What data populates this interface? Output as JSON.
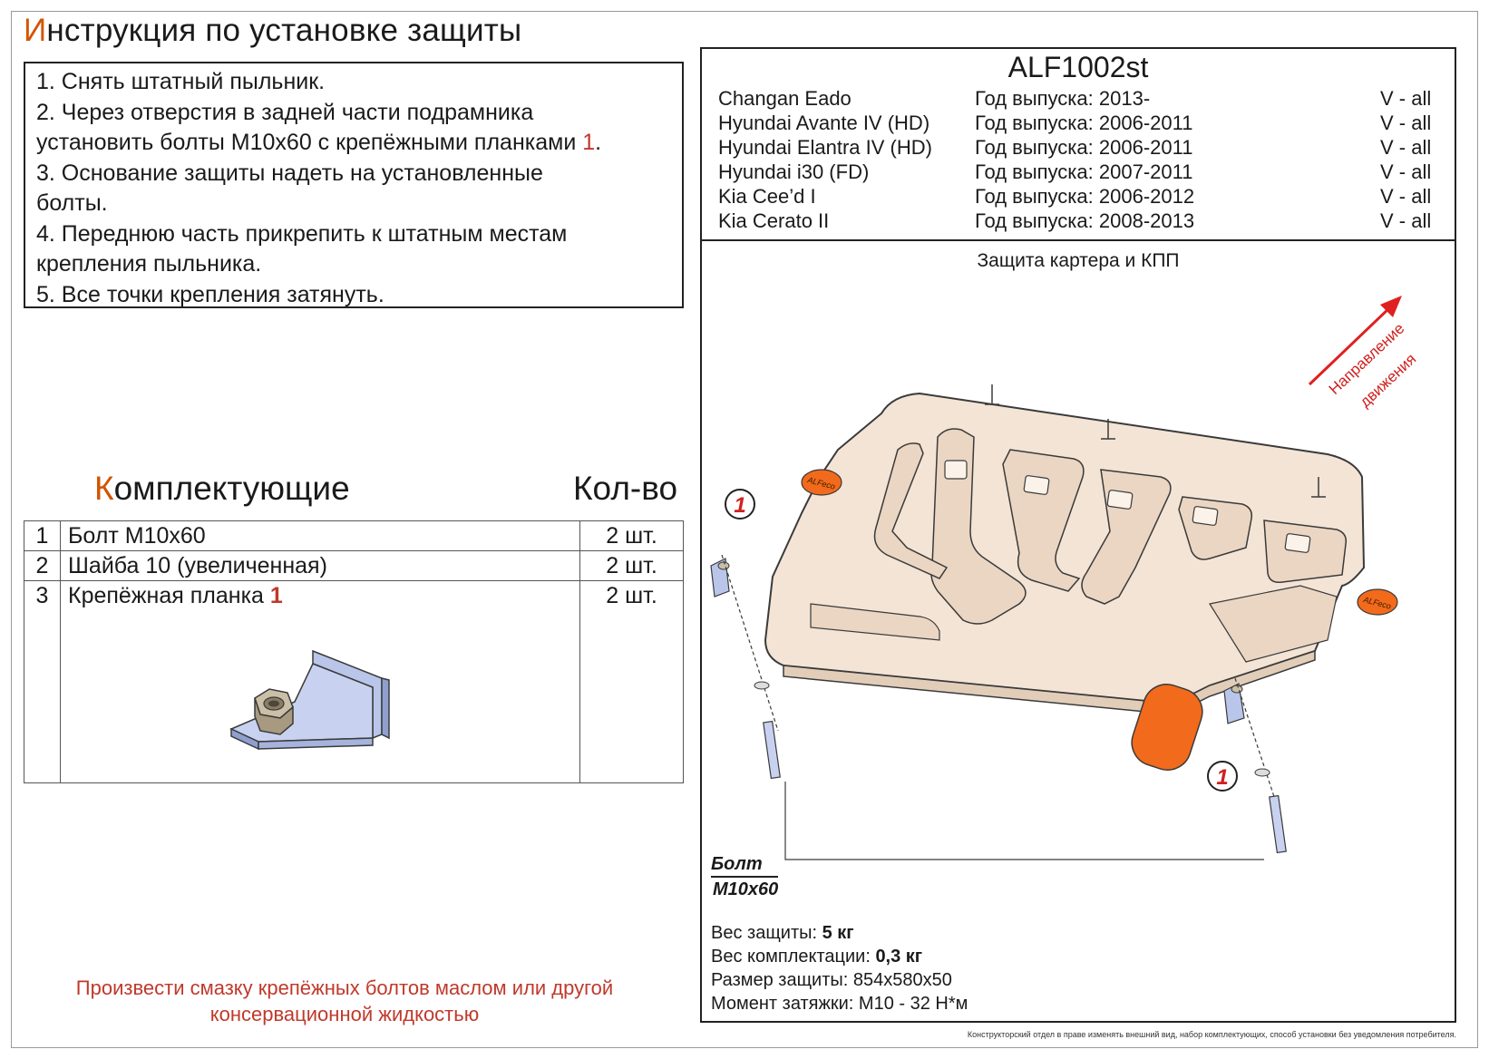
{
  "title": {
    "first_letter": "И",
    "rest": "нструкция по установке защиты"
  },
  "steps": [
    {
      "text": "1. Снять штатный пыльник."
    },
    {
      "text": "2. Через отверстия в задней части подрамника"
    },
    {
      "text": "установить болты М10х60 с крепёжными планками ",
      "ref": "1",
      "tail": "."
    },
    {
      "text": "3. Основание защиты надеть на установленные"
    },
    {
      "text": "болты."
    },
    {
      "text": "4. Переднюю часть прикрепить к штатным местам"
    },
    {
      "text": "крепления пыльника."
    },
    {
      "text": "5. Все точки крепления затянуть."
    }
  ],
  "components": {
    "title_first": "К",
    "title_rest": "омплектующие",
    "qty_title": "Кол-во",
    "rows": [
      {
        "num": "1",
        "name": "Болт М10х60",
        "ref": "",
        "qty": "2 шт."
      },
      {
        "num": "2",
        "name": "Шайба 10 (увеличенная)",
        "ref": "",
        "qty": "2 шт."
      },
      {
        "num": "3",
        "name": "Крепёжная планка ",
        "ref": "1",
        "qty": "2 шт."
      }
    ]
  },
  "note": {
    "line1": "Произвести смазку крепёжных болтов маслом или другой",
    "line2": "консервационной жидкостью"
  },
  "product": {
    "code": "ALF1002st",
    "models": [
      {
        "model": "Changan Eado",
        "year": "Год выпуска: 2013-",
        "engine": "V - all"
      },
      {
        "model": "Hyundai Avante IV (HD)",
        "year": "Год выпуска: 2006-2011",
        "engine": "V - all"
      },
      {
        "model": "Hyundai Elantra IV (HD)",
        "year": "Год выпуска: 2006-2011",
        "engine": "V - all"
      },
      {
        "model": "Hyundai i30 (FD)",
        "year": "Год выпуска: 2007-2011",
        "engine": "V - all"
      },
      {
        "model": "Kia Cee’d I",
        "year": "Год выпуска: 2006-2012",
        "engine": "V - all"
      },
      {
        "model": "Kia Cerato II",
        "year": "Год выпуска: 2008-2013",
        "engine": "V - all"
      }
    ],
    "subtitle": "Защита картера и КПП"
  },
  "drawing": {
    "direction_line1": "Направление",
    "direction_line2": "движения",
    "callout": "1",
    "logo_text": "ALFeco",
    "bolt_label_line1": "Болт",
    "bolt_label_line2": "М10х60",
    "colors": {
      "plate": "#f3e4d6",
      "plate_stroke": "#3a3a3a",
      "accent": "#f26a1b",
      "arrow": "#e02020",
      "bracket": "#b9c6ea"
    }
  },
  "specs": [
    {
      "label": "Вес защиты: ",
      "value": "5 кг",
      "bold": true
    },
    {
      "label": "Вес комплектации: ",
      "value": "0,3 кг",
      "bold": true
    },
    {
      "label": "Размер защиты: ",
      "value": "854x580x50",
      "bold": false
    },
    {
      "label": "Момент затяжки: ",
      "value": "М10 - 32 Н*м",
      "bold": false
    }
  ],
  "disclaimer": "Конструкторский отдел в праве изменять внешний вид, набор комплектующих, способ установки без уведомления потребителя."
}
